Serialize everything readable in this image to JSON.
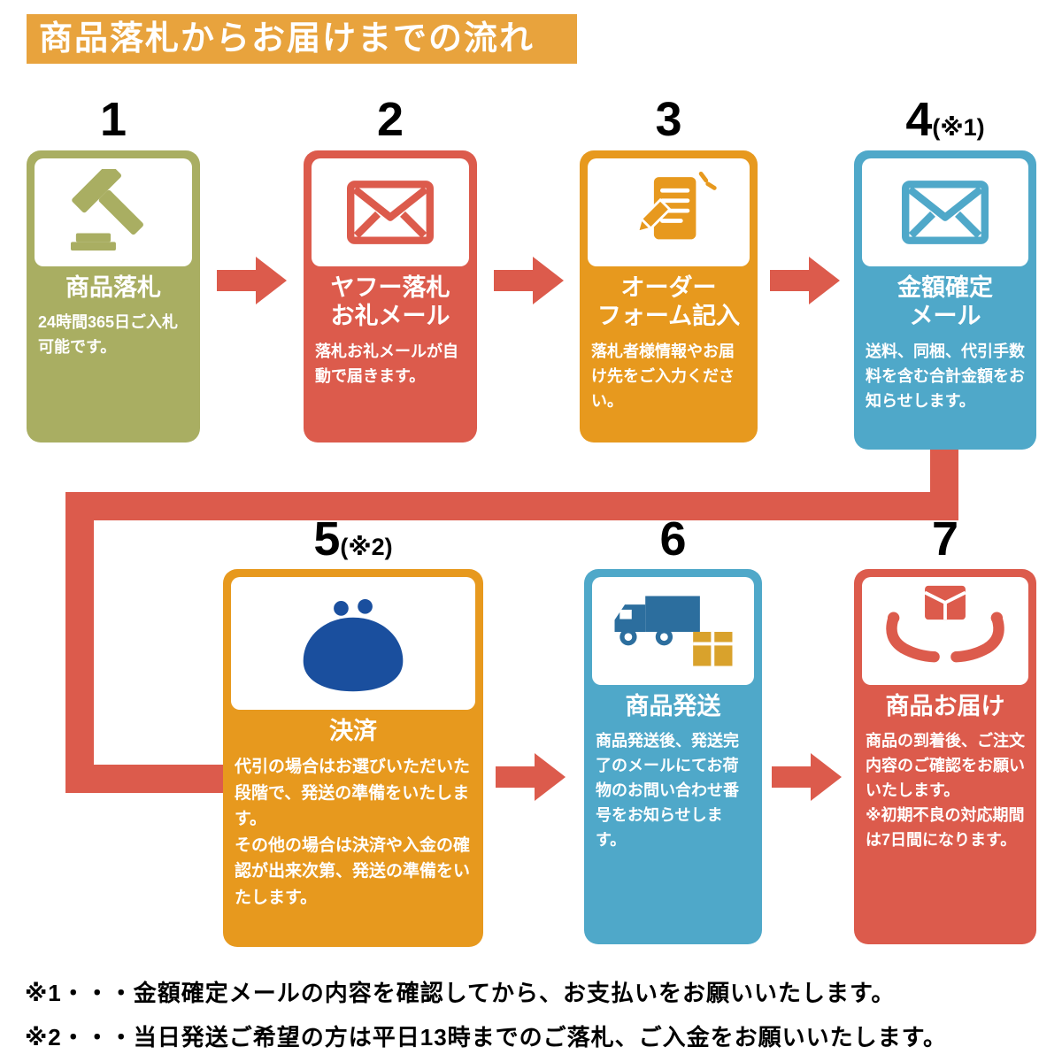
{
  "title": "商品落札からお届けまでの流れ",
  "colors": {
    "banner_orange": "#E8A33D",
    "step_olive": "#A9AE62",
    "step_red": "#DC5B4C",
    "step_orange": "#E7991E",
    "step_blue": "#4FA8C9",
    "arrow_red": "#DC5B4C",
    "purse_navy": "#1A4F9E",
    "truck_blue": "#2C6E9E",
    "package_yellow": "#D9A22C",
    "text_black": "#000000"
  },
  "steps": [
    {
      "number": "1",
      "number_suffix": "",
      "title": "商品落札",
      "desc": "24時間365日ご入札可能です。",
      "icon": "gavel-icon"
    },
    {
      "number": "2",
      "number_suffix": "",
      "title": "ヤフー落札\nお礼メール",
      "desc": "落札お礼メールが自動で届きます。",
      "icon": "mail-icon"
    },
    {
      "number": "3",
      "number_suffix": "",
      "title": "オーダー\nフォーム記入",
      "desc": "落札者様情報やお届け先をご入力ください。",
      "icon": "order-form-icon"
    },
    {
      "number": "4",
      "number_suffix": "(※1)",
      "title": "金額確定\nメール",
      "desc": "送料、同梱、代引手数料を含む合計金額をお知らせします。",
      "icon": "mail-icon"
    },
    {
      "number": "5",
      "number_suffix": "(※2)",
      "title": "決済",
      "desc": "代引の場合はお選びいただいた段階で、発送の準備をいたします。\nその他の場合は決済や入金の確認が出来次第、発送の準備をいたします。",
      "icon": "purse-icon"
    },
    {
      "number": "6",
      "number_suffix": "",
      "title": "商品発送",
      "desc": "商品発送後、発送完了のメールにてお荷物のお問い合わせ番号をお知らせします。",
      "icon": "truck-icon"
    },
    {
      "number": "7",
      "number_suffix": "",
      "title": "商品お届け",
      "desc": "商品の到着後、ご注文内容のご確認をお願いいたします。\n※初期不良の対応期間は7日間になります。",
      "icon": "hands-package-icon"
    }
  ],
  "footnotes": [
    "※1・・・金額確定メールの内容を確認してから、お支払いをお願いいたします。",
    "※2・・・当日発送ご希望の方は平日13時までのご落札、ご入金をお願いいたします。"
  ]
}
